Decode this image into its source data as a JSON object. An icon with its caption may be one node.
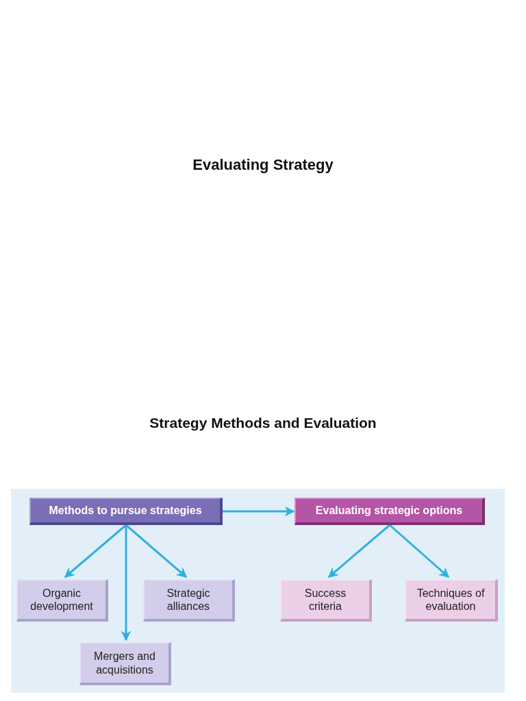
{
  "diagram": {
    "title": "Evaluating Strategy",
    "nodes": [
      {
        "text": [
          "Methods to pursue strategies"
        ]
      },
      {
        "text": [
          "Evaluating strategic options"
        ]
      },
      {
        "text": [
          "Organic development"
        ]
      },
      {
        "text": [
          "Mergers and acquisitions"
        ]
      },
      {
        "text": [
          "Strategic alliances"
        ]
      },
      {
        "text": [
          "Success criteria"
        ]
      },
      {
        "text": [
          "Techniques of evaluation"
        ]
      }
    ],
    "edges": [
      {
        "from": 0,
        "to": 1,
        "arrow": "to"
      },
      {
        "from": 0,
        "to": 2,
        "arrow": "to"
      },
      {
        "from": 0,
        "to": 3,
        "arrow": "to"
      },
      {
        "from": 0,
        "to": 4,
        "arrow": "to"
      },
      {
        "from": 1,
        "to": 5,
        "arrow": "to"
      },
      {
        "from": 1,
        "to": 6,
        "arrow": "to"
      }
    ],
    "labels": [
      "Strategy Methods and Evaluation"
    ]
  }
}
